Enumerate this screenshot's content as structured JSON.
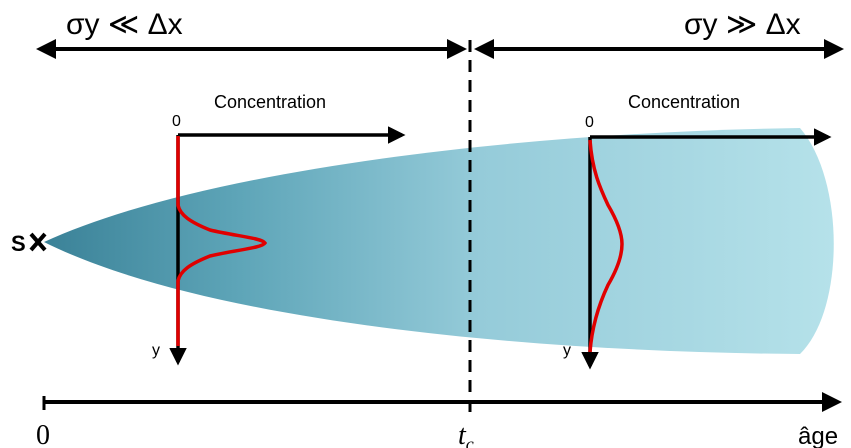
{
  "top_labels": {
    "left_regime": "σy ≪ Δx",
    "right_regime": "σy ≫ Δx"
  },
  "source_label": "S",
  "left_profile": {
    "zero_label": "0",
    "axis_label": "Concentration",
    "y_label": "y"
  },
  "right_profile": {
    "zero_label": "0",
    "axis_label": "Concentration",
    "y_label": "y"
  },
  "bottom_axis": {
    "origin_label": "0",
    "transition_label": "t",
    "transition_subscript": "c",
    "end_label": "âge"
  },
  "colors": {
    "plume_dark": "#3c8aa1",
    "plume_light": "#aedfe8",
    "profile_curve": "#e00000",
    "axis": "#000000"
  }
}
